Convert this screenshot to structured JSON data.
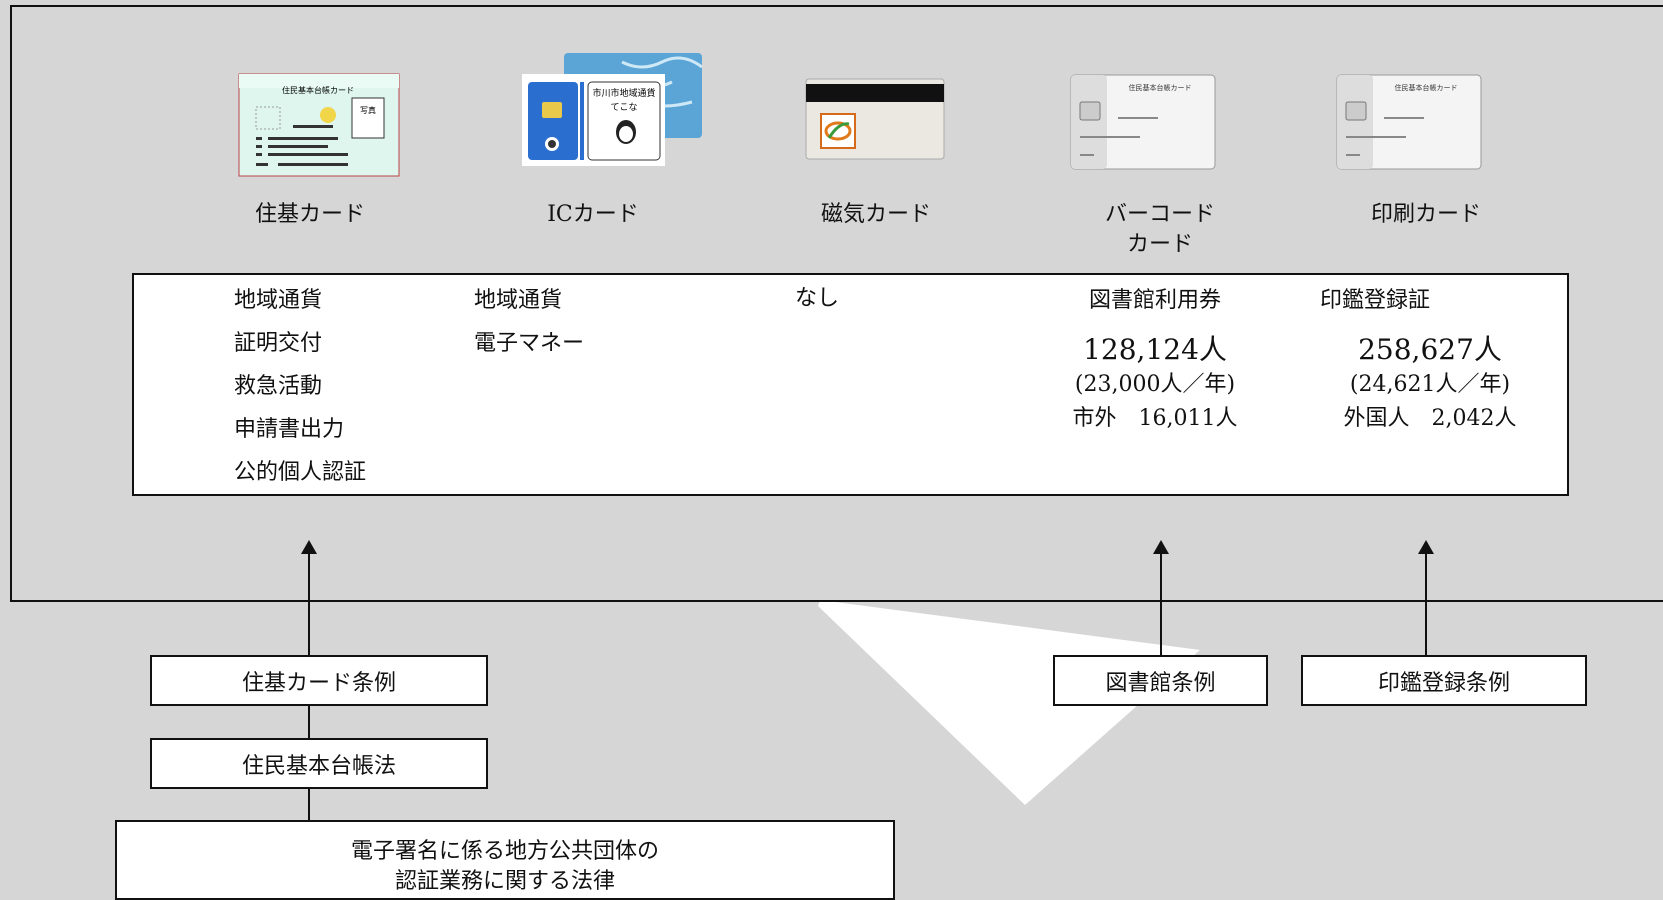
{
  "cards": [
    {
      "label": "住基カード"
    },
    {
      "label": "ICカード"
    },
    {
      "label": "磁気カード"
    },
    {
      "label_lines": [
        "バーコード",
        "カード"
      ]
    },
    {
      "label": "印刷カード"
    }
  ],
  "card_images": {
    "jyuki_title": "住民基本台帳カード",
    "jyuki_photo": "写真",
    "ic_city": "市川市地域通貨",
    "ic_name": "てこな",
    "print_title": "住民基本台帳カード"
  },
  "uses": {
    "jyuki": [
      "地域通貨",
      "証明交付",
      "救急活動",
      "申請書出力",
      "公的個人認証"
    ],
    "ic": [
      "地域通貨",
      "電子マネー"
    ],
    "magnetic": "なし",
    "barcode": {
      "use": "図書館利用券",
      "total": "128,124人",
      "per_year": "(23,000人／年)",
      "outside": "市外　16,011人"
    },
    "print": {
      "use": "印鑑登録証",
      "total": "258,627人",
      "per_year": "(24,621人／年)",
      "foreign": "外国人　2,042人"
    }
  },
  "laws": {
    "jyuki_ordinance": "住基カード条例",
    "resident_law": "住民基本台帳法",
    "esign_law_lines": [
      "電子署名に係る地方公共団体の",
      "認証業務に関する法律"
    ],
    "library_ordinance": "図書館条例",
    "seal_ordinance": "印鑑登録条例"
  }
}
